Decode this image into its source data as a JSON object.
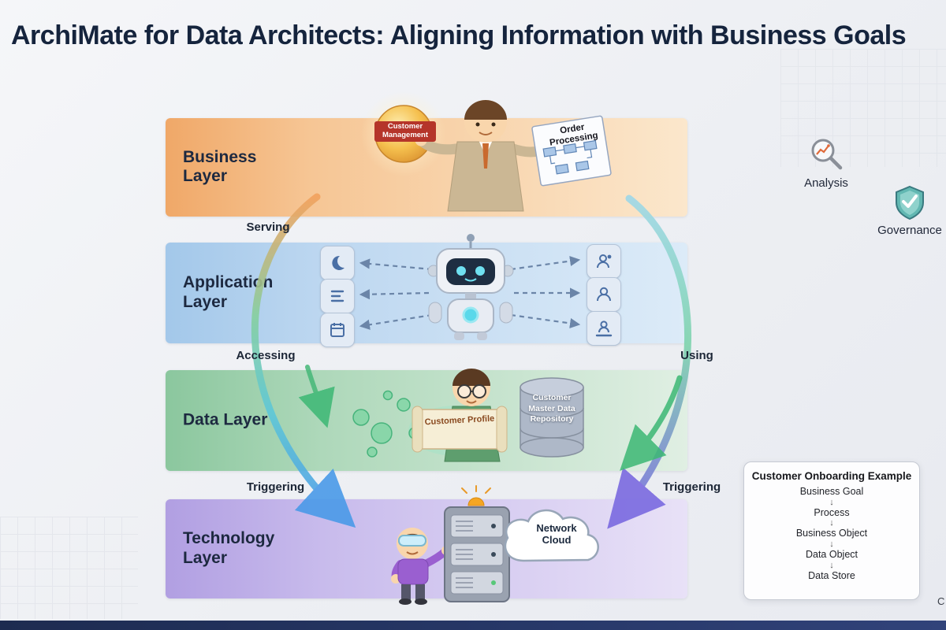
{
  "title": "ArchiMate for Data Architects: Aligning Information with Business Goals",
  "layers": [
    {
      "label": "Business Layer"
    },
    {
      "label": "Application Layer"
    },
    {
      "label": "Data Layer"
    },
    {
      "label": "Technology Layer"
    }
  ],
  "relations": {
    "serving": "Serving",
    "accessing": "Accessing",
    "using": "Using",
    "triggering": "Triggering"
  },
  "business": {
    "orb_label": "Customer Management",
    "document_label": "Order Processing"
  },
  "data": {
    "scroll_label": "Customer Profile",
    "repository_label": "Customer Master Data Repository"
  },
  "technology": {
    "cloud_label": "Network Cloud"
  },
  "side_items": [
    {
      "label": "Analysis"
    },
    {
      "label": "Governance"
    }
  ],
  "example_box": {
    "title": "Customer Onboarding Example",
    "steps": [
      "Business Goal",
      "Process",
      "Business Object",
      "Data Object",
      "Data Store"
    ],
    "arrow": "↓"
  },
  "edge": {
    "cropped_letter": "C"
  },
  "colors": {
    "business_band": "#f0a868",
    "application_band": "#a3c8ea",
    "data_band": "#8bc79e",
    "technology_band": "#b19fe2",
    "footer_navy": "#1d2b50",
    "accent_orange": "#f2a25e",
    "accent_green": "#3cb874",
    "accent_blue": "#4a9ae8",
    "accent_purple": "#7a6ae0"
  }
}
